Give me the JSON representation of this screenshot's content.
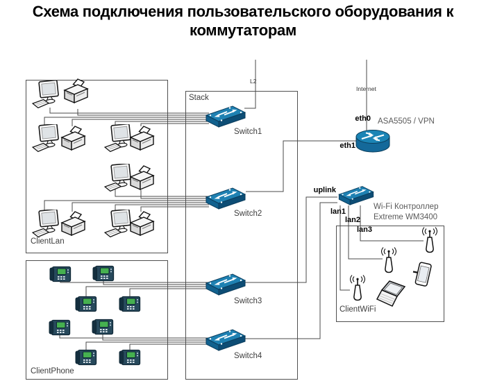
{
  "title": {
    "line1": "Схема подключения пользовательского оборудования к",
    "line2": "коммутаторам"
  },
  "groups": {
    "stack": {
      "label": "Stack"
    },
    "client_lan": {
      "label": "ClientLan",
      "contents": "6 workstation + printer pairs"
    },
    "client_phone": {
      "label": "ClientPhone",
      "contents": "8 IP phones"
    },
    "client_wifi": {
      "label": "ClientWiFi",
      "contents": "3 wireless access points, 1 laptop, 1 tablet"
    }
  },
  "nodes": {
    "switch1": {
      "label": "Switch1"
    },
    "switch2": {
      "label": "Switch2"
    },
    "switch3": {
      "label": "Switch3"
    },
    "switch4": {
      "label": "Switch4"
    },
    "router": {
      "label": "ASA5505 / VPN"
    },
    "wifi_controller": {
      "label_line1": "Wi-Fi Контроллер",
      "label_line2": "Extreme WM3400"
    }
  },
  "port_labels": {
    "l2": "L2",
    "internet": "Internet",
    "eth0": "eth0",
    "eth1": "eth1",
    "uplink": "uplink",
    "lan1": "lan1",
    "lan2": "lan2",
    "lan3": "lan3"
  },
  "edges": [
    {
      "from": "upstream trunk",
      "to": "Switch1",
      "label": "L2"
    },
    {
      "from": "Internet",
      "to": "ASA5505 / VPN",
      "label": "eth0 / Internet"
    },
    {
      "from": "ASA5505 / VPN",
      "to": "Switch2",
      "label": "eth1"
    },
    {
      "from": "Switch3",
      "to": "Wi-Fi controller Extreme WM3400",
      "label": "uplink"
    },
    {
      "from": "Switch4",
      "to": "Wi-Fi controller Extreme WM3400",
      "label": "uplink"
    },
    {
      "from": "Wi-Fi controller",
      "to": "ClientWiFi access point 3",
      "label": "lan1"
    },
    {
      "from": "Wi-Fi controller",
      "to": "ClientWiFi access point 2",
      "label": "lan2"
    },
    {
      "from": "Wi-Fi controller",
      "to": "ClientWiFi access point 1",
      "label": "lan3"
    },
    {
      "from": "ClientLan pairs 1-3",
      "to": "Switch1"
    },
    {
      "from": "ClientLan pairs 4-6",
      "to": "Switch2"
    },
    {
      "from": "ClientPhone phones 1-4",
      "to": "Switch3"
    },
    {
      "from": "ClientPhone phones 5-8",
      "to": "Switch4"
    }
  ],
  "colors": {
    "switch_top": "#1f81b2",
    "switch_front": "#11618e",
    "switch_side": "#0d4d75",
    "router_body": "#14699a",
    "router_top": "#1b84b5",
    "phone_body": "#27495c",
    "phone_screen": "#46b050",
    "wire": "#4a4a4a",
    "box_border": "#4f4f4f"
  }
}
